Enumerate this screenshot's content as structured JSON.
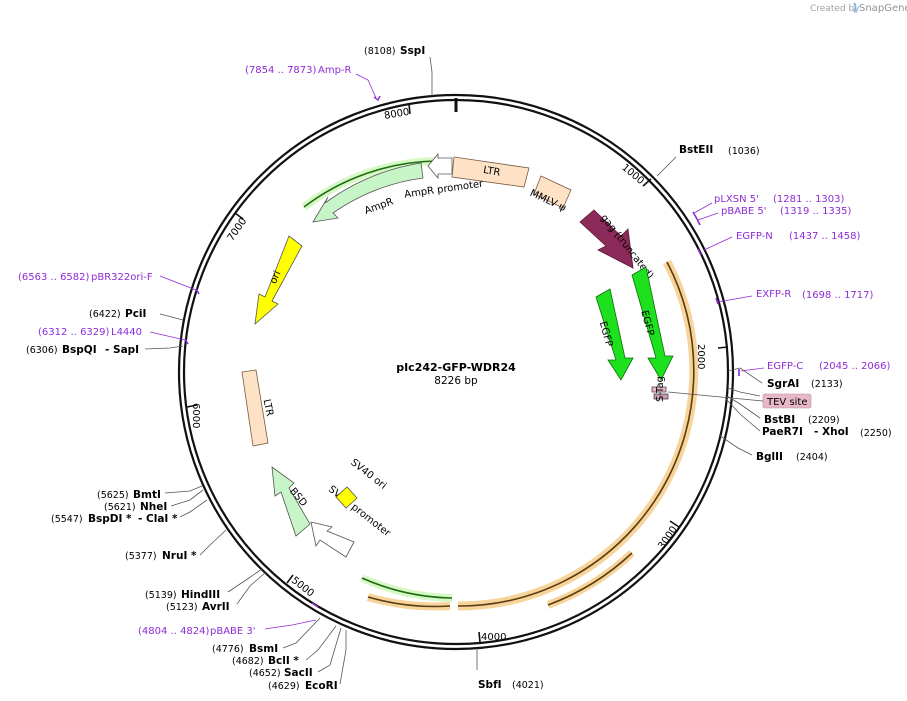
{
  "credit": {
    "prefix": "Created by",
    "brand": "SnapGene"
  },
  "plasmid": {
    "name": "pIc242-GFP-WDR24",
    "size_label": "8226 bp"
  },
  "ticks": [
    "1000",
    "2000",
    "3000",
    "4000",
    "5000",
    "6000",
    "7000",
    "8000"
  ],
  "restriction_sites": [
    {
      "name": "SspI",
      "pos": "(8108)"
    },
    {
      "name": "BstEII",
      "pos": "(1036)"
    },
    {
      "name": "SgrAI",
      "pos": "(2133)"
    },
    {
      "name": "BstBI",
      "pos": "(2209)"
    },
    {
      "name": "PaeR7I",
      "pos": "- XhoI",
      "pos2": "(2250)"
    },
    {
      "name": "BglII",
      "pos": "(2404)"
    },
    {
      "name": "SbfI",
      "pos": "(4021)"
    },
    {
      "name": "EcoRI",
      "pos": "(4629)"
    },
    {
      "name": "SacII",
      "pos": "(4652)"
    },
    {
      "name": "BclI *",
      "pos": "(4682)"
    },
    {
      "name": "BsmI",
      "pos": "(4776)"
    },
    {
      "name": "AvrII",
      "pos": "(5123)"
    },
    {
      "name": "HindIII",
      "pos": "(5139)"
    },
    {
      "name": "NruI *",
      "pos": "(5377)"
    },
    {
      "name": "BspDI *",
      "pos": "(5547)",
      "extra": "- ClaI *"
    },
    {
      "name": "NheI",
      "pos": "(5621)"
    },
    {
      "name": "BmtI",
      "pos": "(5625)"
    },
    {
      "name": "BspQI",
      "pos": "(6306)",
      "extra": "- SapI"
    },
    {
      "name": "PciI",
      "pos": "(6422)"
    }
  ],
  "primers": [
    {
      "name": "Amp-R",
      "range": "(7854 .. 7873)"
    },
    {
      "name": "pLXSN 5'",
      "range": "(1281 .. 1303)"
    },
    {
      "name": "pBABE 5'",
      "range": "(1319 .. 1335)"
    },
    {
      "name": "EGFP-N",
      "range": "(1437 .. 1458)"
    },
    {
      "name": "EXFP-R",
      "range": "(1698 .. 1717)"
    },
    {
      "name": "EGFP-C",
      "range": "(2045 .. 2066)"
    },
    {
      "name": "pBABE 3'",
      "range": "(4804 .. 4824)"
    },
    {
      "name": "pBR322ori-F",
      "range": "(6563 .. 6582)"
    },
    {
      "name": "L4440",
      "range": "(6312 .. 6329)"
    }
  ],
  "features": {
    "ltr_top": "LTR",
    "mmlv": "MMLV ψ",
    "gag": "gag (truncated)",
    "egfp_outer": "EGFP",
    "egfp_inner": "EGFP",
    "stag": "S-Tag",
    "tev": "TEV site",
    "ampr": "AmpR",
    "ampr_promoter": "AmpR promoter",
    "ori": "ori",
    "ltr_left": "LTR",
    "bsd": "BSD",
    "sv40_promoter": "SV40 promoter",
    "sv40_ori": "SV40 ori"
  },
  "colors": {
    "ltr": "#fde2c6",
    "gag": "#8c2a5a",
    "egfp": "#1ee11e",
    "ampr": "#c8f5c8",
    "ori": "#ffff00",
    "orf_highlight": "#f5c882",
    "primer": "#8e2bd6",
    "tev": "#e8b8c8"
  }
}
